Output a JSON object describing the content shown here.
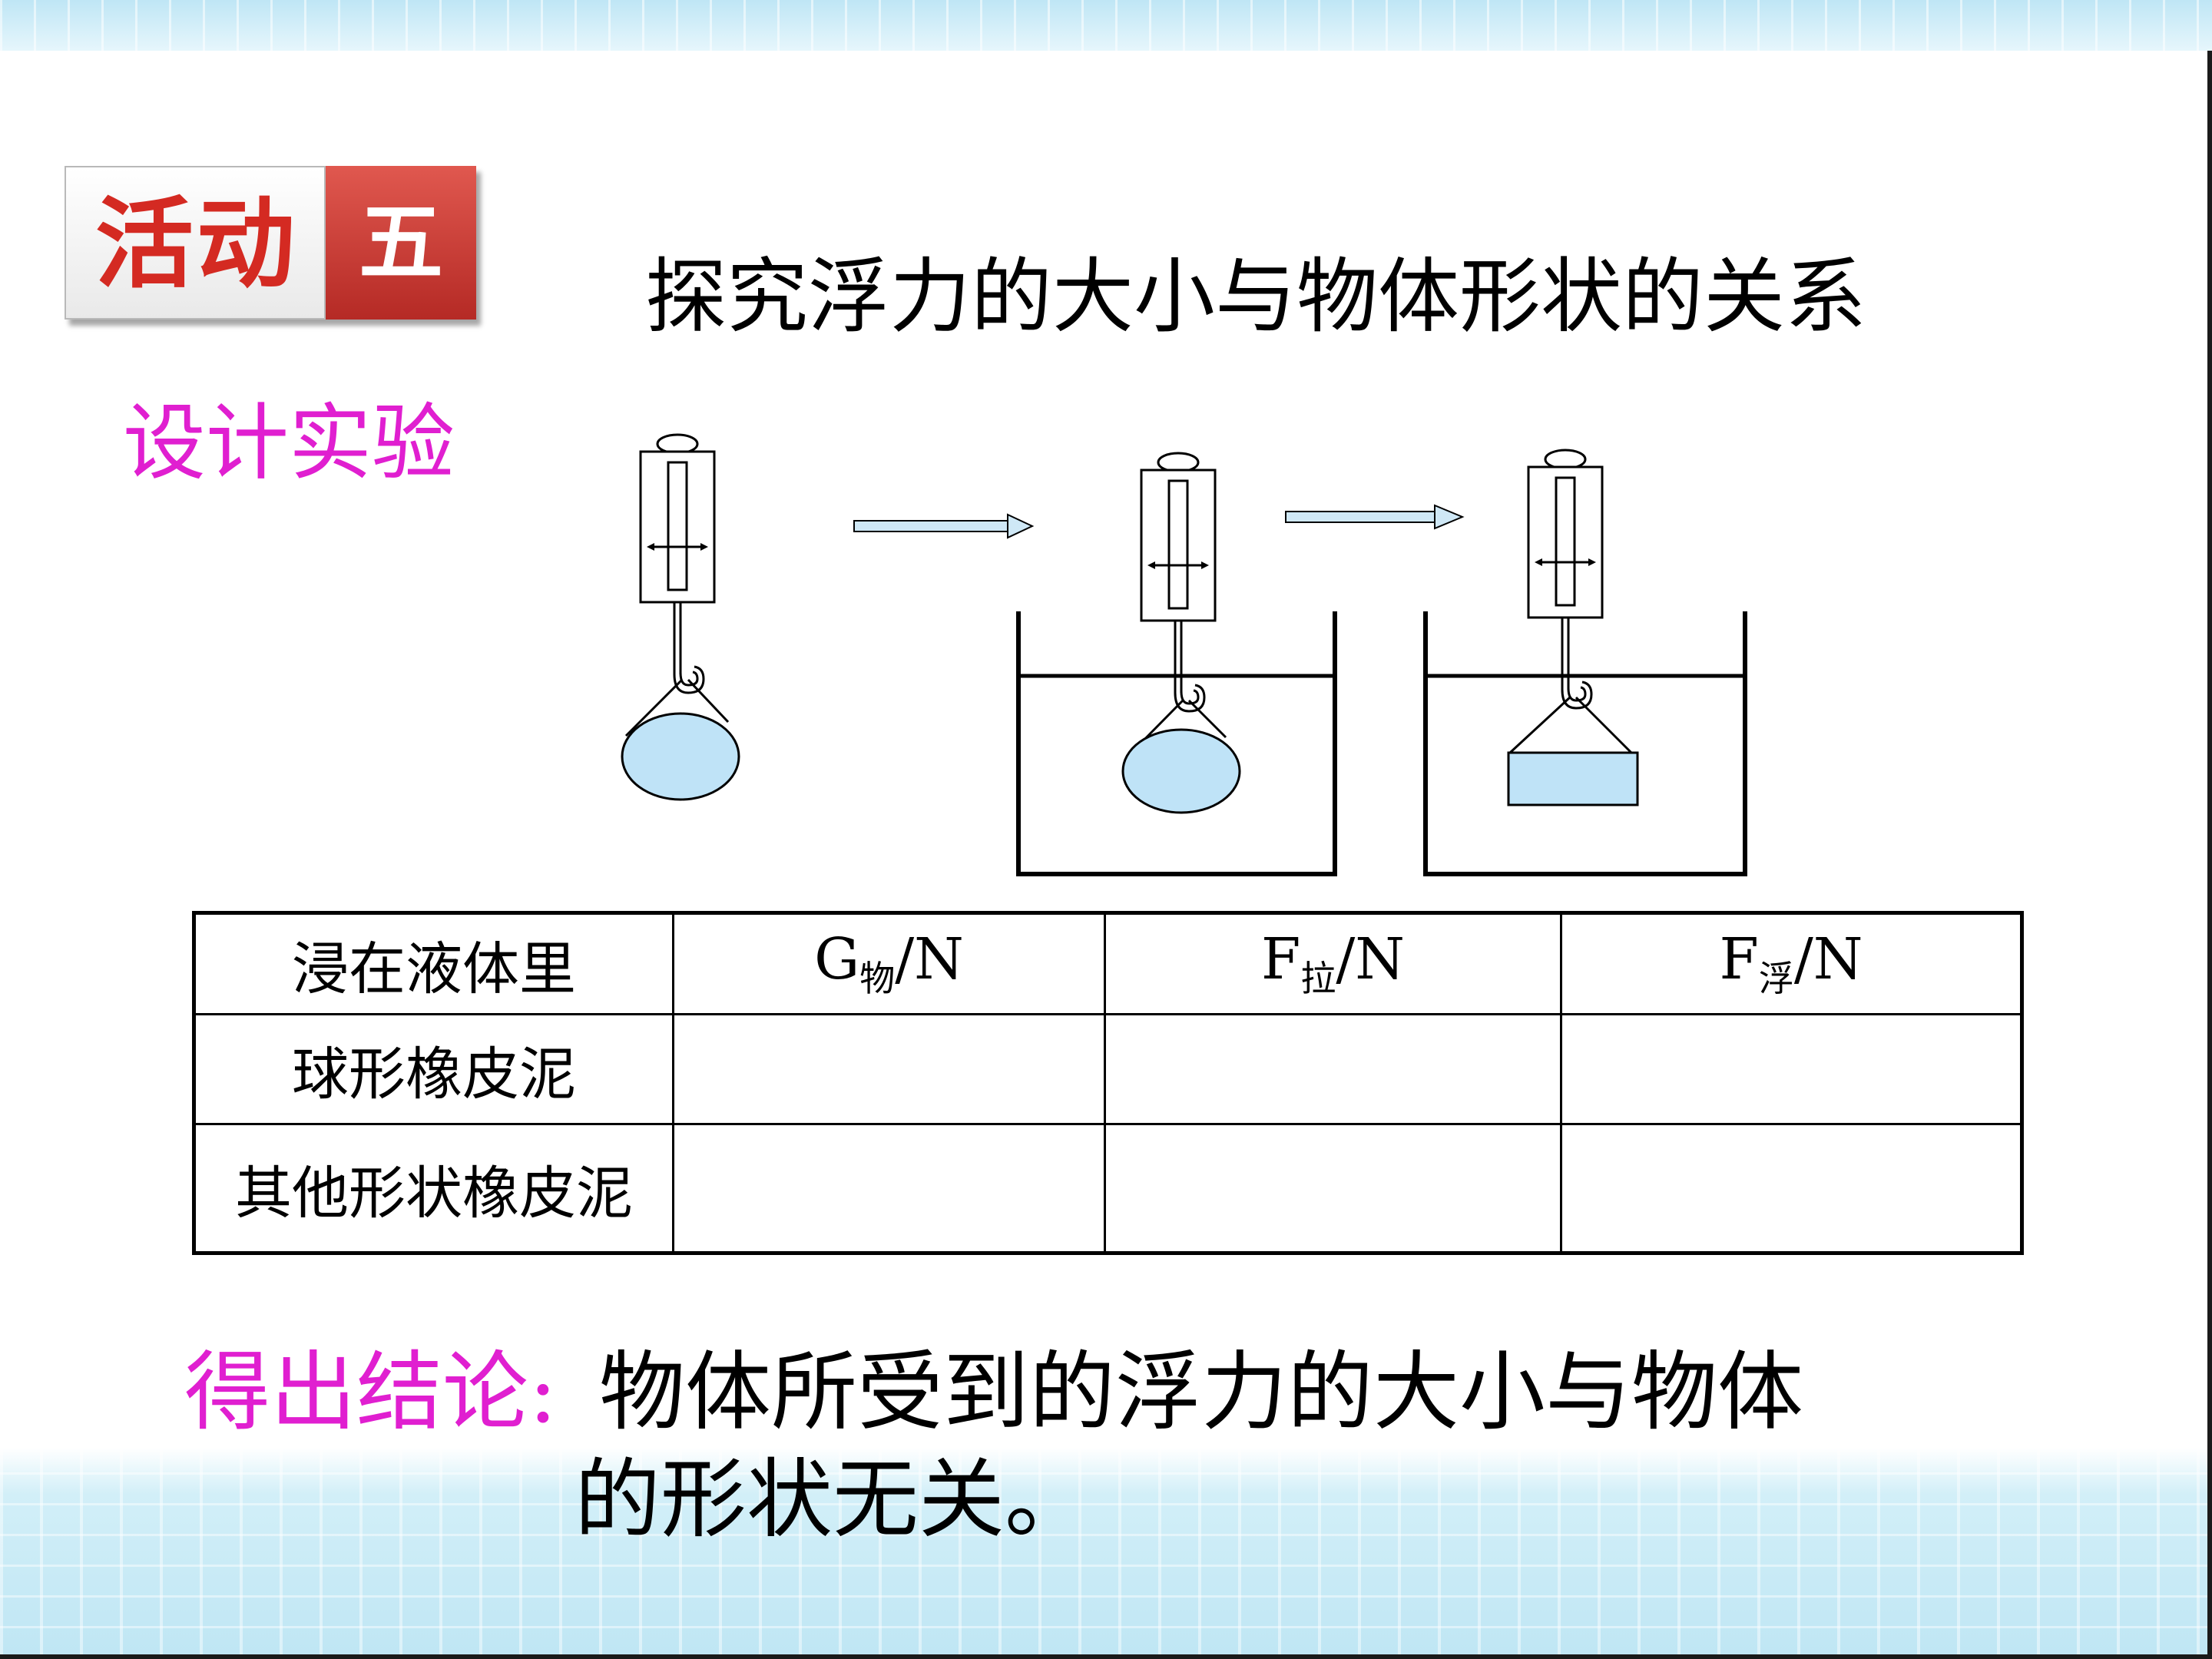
{
  "badge": {
    "label": "活动",
    "number": "五"
  },
  "title": "探究浮力的大小与物体形状的关系",
  "subtitle": "设计实验",
  "table": {
    "headers": [
      {
        "main": "浸在液体里",
        "sub": "",
        "suffix": ""
      },
      {
        "main": "G",
        "sub": "物",
        "suffix": "/N"
      },
      {
        "main": "F",
        "sub": "拉",
        "suffix": "/N"
      },
      {
        "main": "F",
        "sub": "浮",
        "suffix": "/N"
      }
    ],
    "rows": [
      {
        "label": "球形橡皮泥",
        "cells": [
          "",
          "",
          ""
        ]
      },
      {
        "label": "其他形状橡皮泥",
        "cells": [
          "",
          "",
          ""
        ]
      }
    ]
  },
  "conclusion": {
    "label": "得出结论:",
    "line1": "物体所受到的浮力的大小与物体",
    "line2": "的形状无关。"
  },
  "colors": {
    "accent_magenta": "#e01fd0",
    "badge_red": "#c0342e",
    "object_fill": "#bfe3f7",
    "arrow_fill": "#cfe8f6"
  }
}
